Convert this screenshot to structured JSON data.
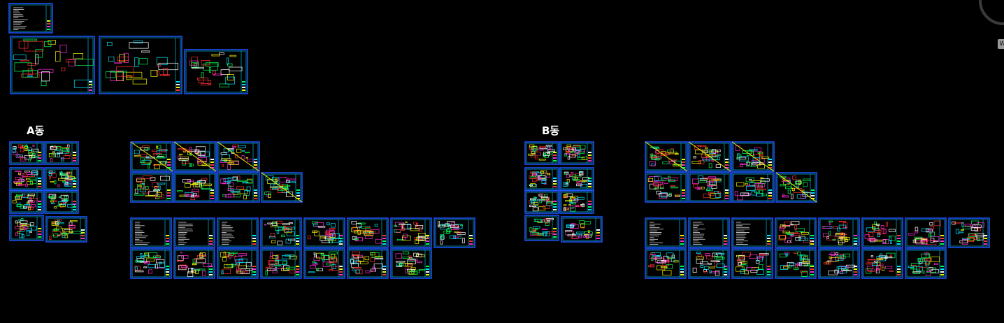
{
  "labels": {
    "block_a": "A동",
    "block_b": "B동"
  },
  "viewcube": {
    "label": "W"
  },
  "colors": {
    "background": "#000000",
    "frame": "#1f56ff",
    "frame_inner": "#00d8ff",
    "diagonal": "#f5f500",
    "linework": [
      "#00ff55",
      "#ff2bd6",
      "#ff3030",
      "#f5f500",
      "#ffffff",
      "#00e5ff"
    ]
  },
  "icons": [
    "navigation-wheel-icon",
    "viewcube-icon"
  ]
}
